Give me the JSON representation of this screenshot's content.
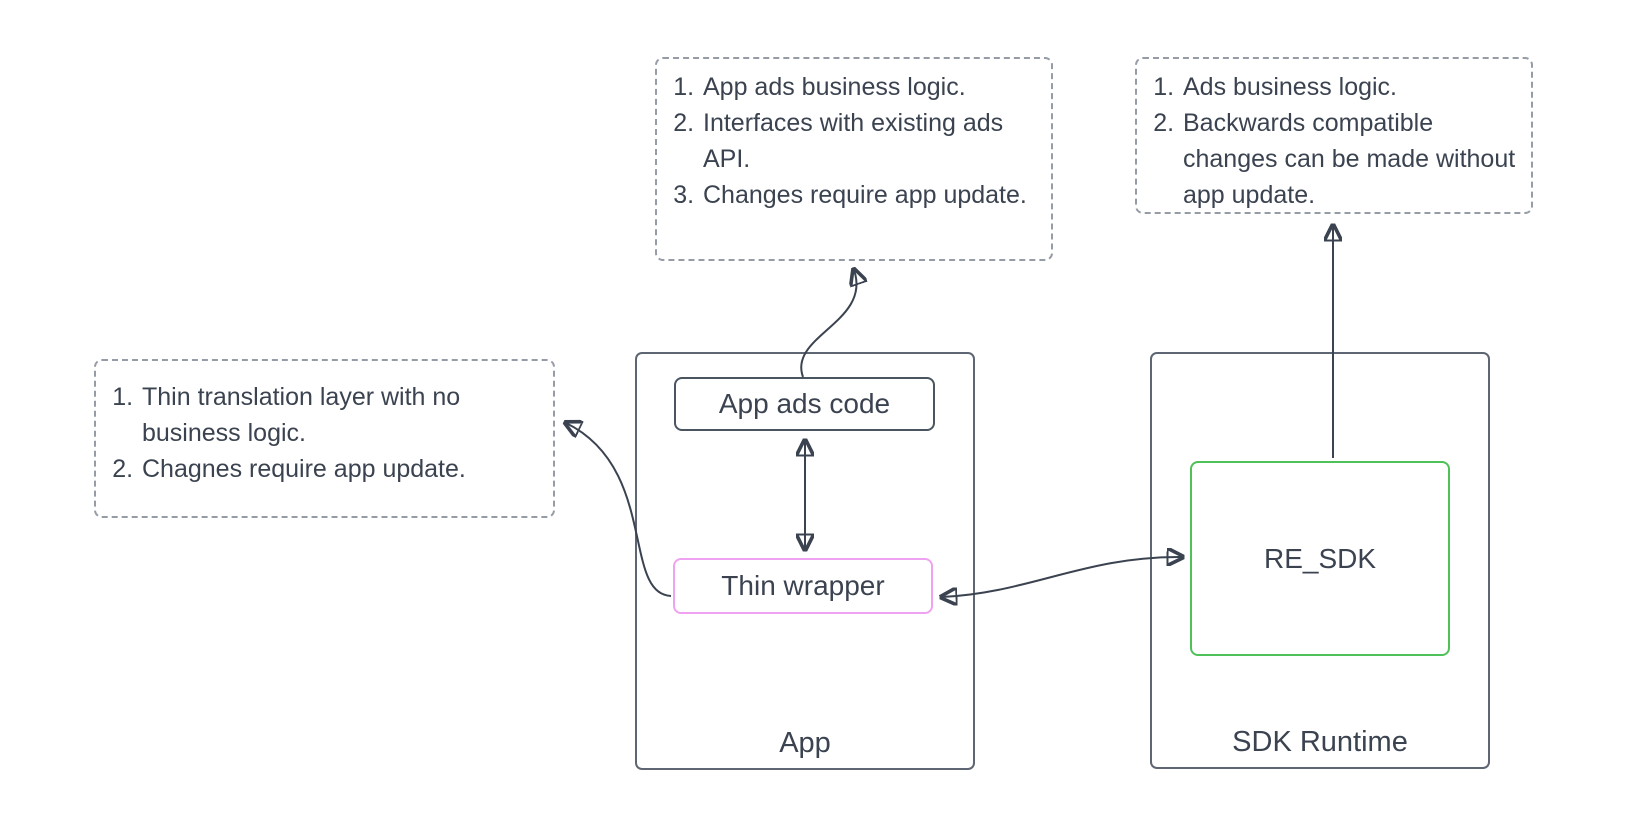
{
  "diagram": {
    "notes": {
      "app_ads_note": {
        "items": [
          "App ads business logic.",
          "Interfaces with existing ads API.",
          "Changes require app update."
        ]
      },
      "sdk_note": {
        "items": [
          "Ads business logic.",
          "Backwards compatible changes can be made without app update."
        ]
      },
      "wrapper_note": {
        "items": [
          "Thin translation layer with no business logic.",
          "Chagnes require app update."
        ]
      }
    },
    "containers": {
      "app": {
        "label": "App"
      },
      "sdk_runtime": {
        "label": "SDK Runtime"
      }
    },
    "nodes": {
      "app_ads_code": {
        "label": "App ads code"
      },
      "thin_wrapper": {
        "label": "Thin wrapper"
      },
      "re_sdk": {
        "label": "RE_SDK"
      }
    },
    "arrows": [
      {
        "name": "app-ads-code-to-app-ads-note",
        "direction": "up"
      },
      {
        "name": "app-ads-code-thin-wrapper-link",
        "direction": "both"
      },
      {
        "name": "thin-wrapper-to-wrapper-note",
        "direction": "up-left"
      },
      {
        "name": "thin-wrapper-re-sdk-link",
        "direction": "both"
      },
      {
        "name": "re-sdk-to-sdk-note",
        "direction": "up"
      }
    ]
  },
  "colors": {
    "ink": "#3b4350",
    "container-border": "#5e6673",
    "node-border": "#4a5562",
    "wrapper-border": "#f0a2f2",
    "sdk-border": "#4ec159",
    "note-border": "#969ca6",
    "bg": "#ffffff"
  }
}
